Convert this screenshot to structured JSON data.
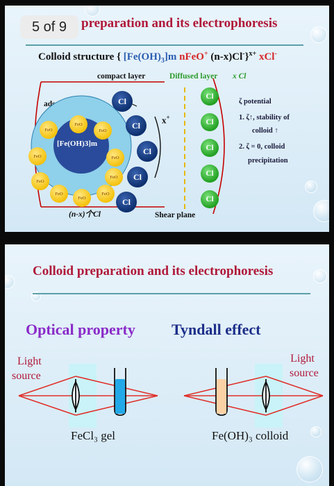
{
  "slide1": {
    "page_badge": "5 of 9",
    "title": "preparation and its electrophoresis",
    "structure": {
      "label": "Colloid structure",
      "core": "[Fe(OH)",
      "core_sub": "3",
      "core_m": "]m",
      "n_feo": "nFeO",
      "n_feo_sup": "+",
      "nx_cl": "(n-x)Cl",
      "nx_cl_sup": "-",
      "charge_sup": "x+",
      "x_cl": "xCl",
      "x_cl_sup": "-"
    },
    "labels": {
      "compact_layer": "compact layer",
      "diffused_layer": "Diffused layer",
      "diffused_xcl": "x Cl",
      "adsorption_layer": "adsorption layer",
      "x_plus": "x",
      "core_label": "[Fe(OH)3]m",
      "nx_cl_bottom": "(n-x)个Cl",
      "shear_plane": "Shear plane"
    },
    "ion_feo": "FeO",
    "ion_cl": "Cl",
    "zeta": {
      "title": "ζ potential",
      "item1_a": "1.  ζ↑,  stability of",
      "item1_b": "colloid ↑",
      "item2_a": "2.  ζ = 0, colloid",
      "item2_b": "precipitation"
    }
  },
  "slide2": {
    "title": "Colloid preparation and its electrophoresis",
    "optical_property": "Optical property",
    "tyndall_effect": "Tyndall effect",
    "light_source_left_1": "Light",
    "light_source_left_2": "source",
    "light_source_right_1": "Light",
    "light_source_right_2": "source",
    "caption_left": "FeCl₃ gel",
    "caption_right": "Fe(OH)₃ colloid"
  },
  "colors": {
    "title_red": "#b0193a",
    "optical_purple": "#8a2bc8",
    "tyndall_navy": "#1d2f8a",
    "cl_blue": "#0d2f6e",
    "cl_green": "#22a022",
    "feo_yellow": "#f4c20d"
  }
}
